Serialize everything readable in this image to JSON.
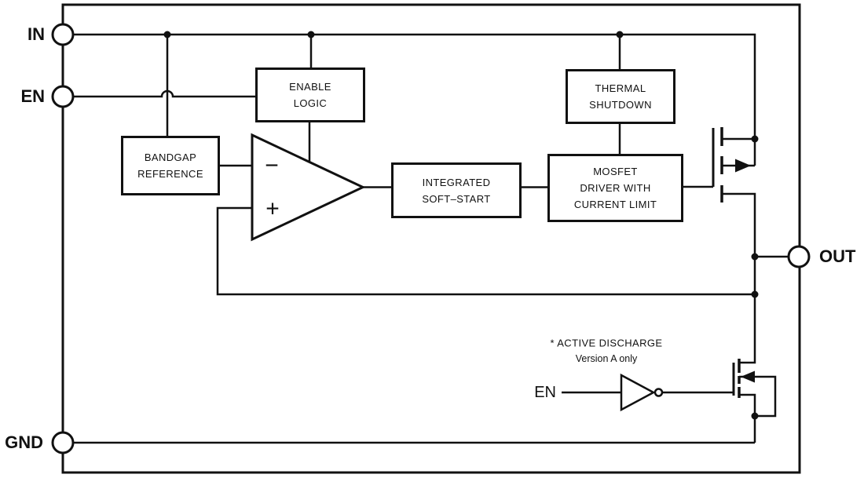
{
  "pins": {
    "in": "IN",
    "en": "EN",
    "gnd": "GND",
    "out": "OUT"
  },
  "blocks": {
    "enable_logic": {
      "line1": "ENABLE",
      "line2": "LOGIC"
    },
    "thermal_shutdown": {
      "line1": "THERMAL",
      "line2": "SHUTDOWN"
    },
    "bandgap_reference": {
      "line1": "BANDGAP",
      "line2": "REFERENCE"
    },
    "soft_start": {
      "line1": "INTEGRATED",
      "line2": "SOFT–START"
    },
    "mosfet_driver": {
      "line1": "MOSFET",
      "line2": "DRIVER WITH",
      "line3": "CURRENT LIMIT"
    }
  },
  "error_amp": {
    "inverting_input": "−",
    "noninverting_input": "+"
  },
  "active_discharge": {
    "note_line1": "* ACTIVE DISCHARGE",
    "note_line2": "Version A only",
    "en_label": "EN"
  },
  "colors": {
    "line": "#111111",
    "background": "#ffffff"
  }
}
